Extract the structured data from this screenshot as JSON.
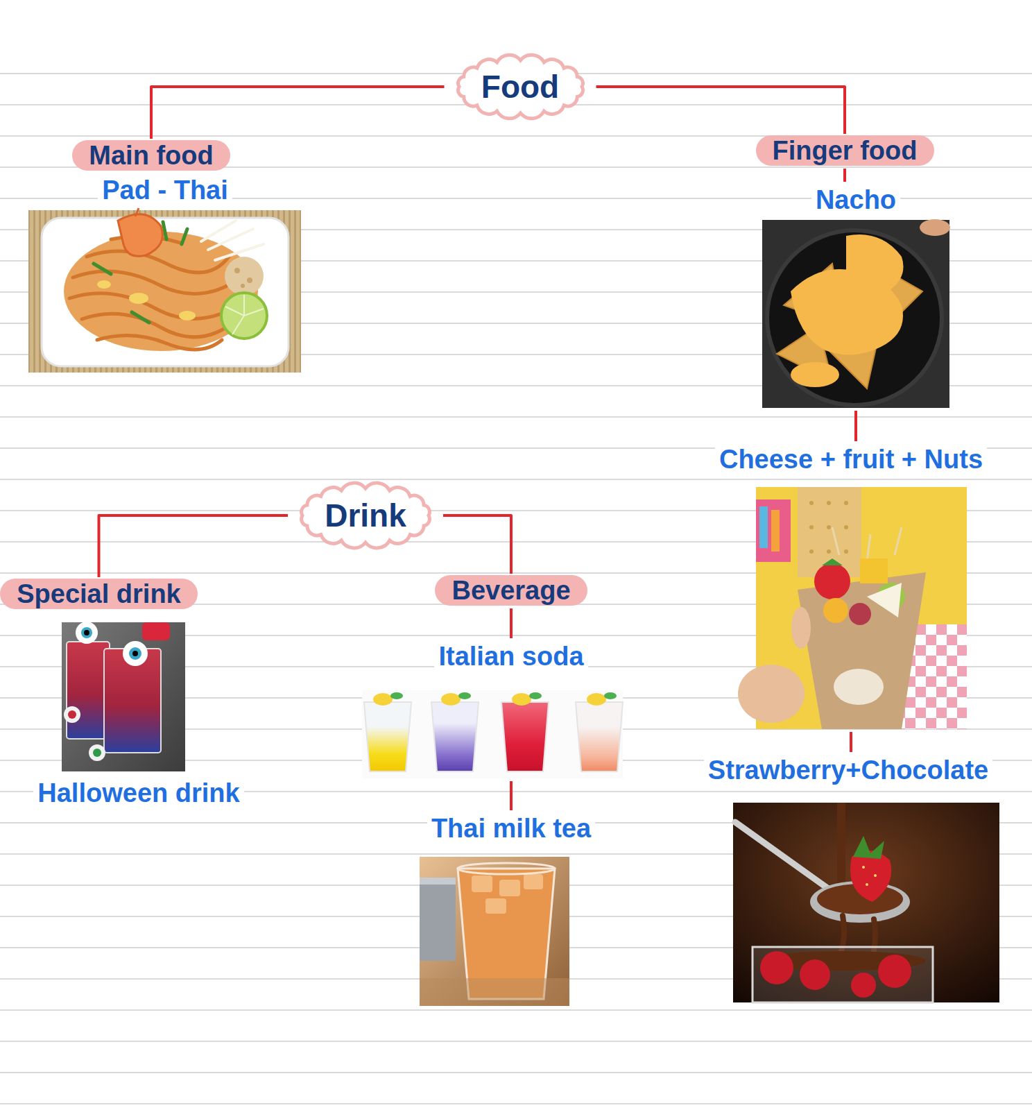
{
  "diagram": {
    "nodes": [
      {
        "text": [
          "Food"
        ]
      },
      {
        "text": [
          "Main food"
        ]
      },
      {
        "text": [
          "Pad - Thai"
        ]
      },
      {
        "text": [
          "Finger food"
        ]
      },
      {
        "text": [
          "Nacho"
        ]
      },
      {
        "text": [
          "Cheese + fruit + Nuts"
        ]
      },
      {
        "text": [
          "Strawberry+Chocolate"
        ]
      },
      {
        "text": [
          "Drink"
        ]
      },
      {
        "text": [
          "Special drink"
        ]
      },
      {
        "text": [
          "Halloween drink"
        ]
      },
      {
        "text": [
          "Beverage"
        ]
      },
      {
        "text": [
          "Italian soda"
        ]
      },
      {
        "text": [
          "Thai milk tea"
        ]
      }
    ],
    "edges": [
      {
        "from": 0,
        "to": 1,
        "arrow": "none"
      },
      {
        "from": 0,
        "to": 3,
        "arrow": "none"
      },
      {
        "from": 3,
        "to": 4,
        "arrow": "none"
      },
      {
        "from": 4,
        "to": 5,
        "arrow": "none"
      },
      {
        "from": 5,
        "to": 6,
        "arrow": "none"
      },
      {
        "from": 7,
        "to": 8,
        "arrow": "none"
      },
      {
        "from": 7,
        "to": 10,
        "arrow": "none"
      },
      {
        "from": 10,
        "to": 11,
        "arrow": "none"
      },
      {
        "from": 11,
        "to": 12,
        "arrow": "none"
      }
    ]
  }
}
